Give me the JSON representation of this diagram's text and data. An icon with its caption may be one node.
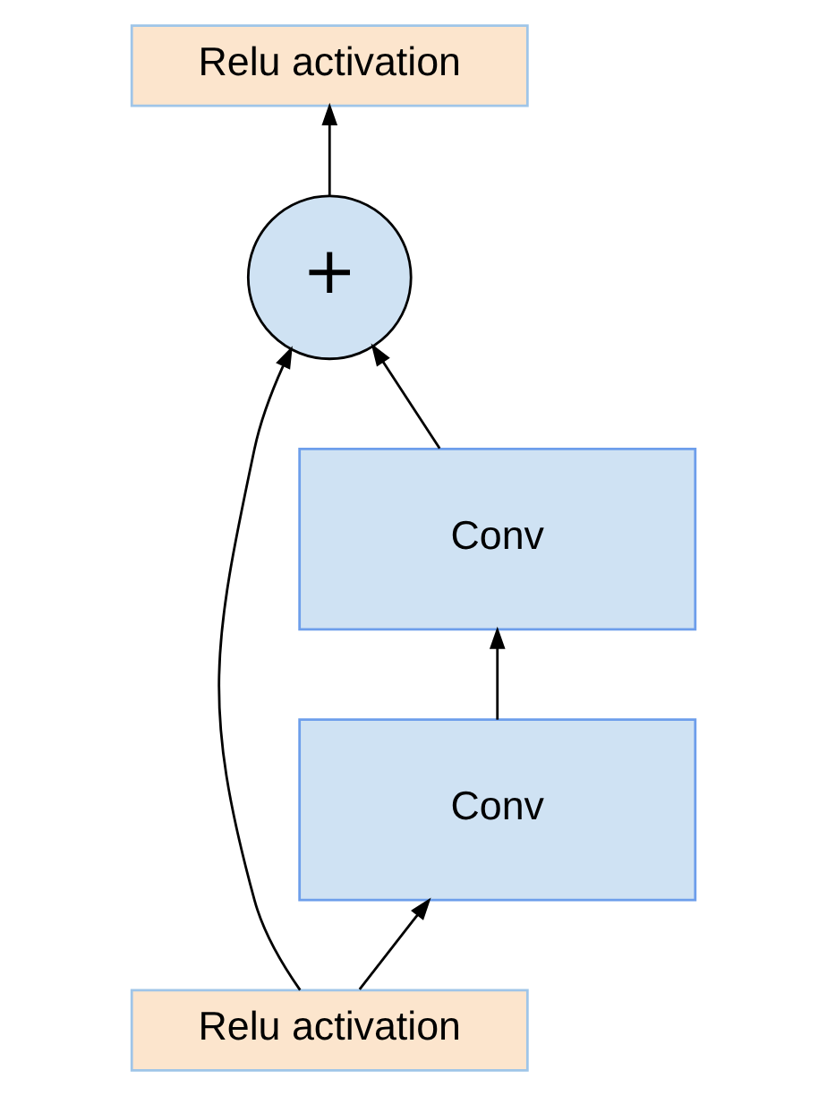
{
  "diagram": {
    "nodes": [
      {
        "text": [
          "Relu activation"
        ]
      },
      {
        "text": [
          "+"
        ]
      },
      {
        "text": [
          "Conv"
        ]
      },
      {
        "text": [
          "Conv"
        ]
      },
      {
        "text": [
          "Relu activation"
        ]
      }
    ],
    "edges": [
      {
        "from": 4,
        "to": 1,
        "arrow": "to"
      },
      {
        "from": 4,
        "to": 3,
        "arrow": "to"
      },
      {
        "from": 3,
        "to": 2,
        "arrow": "to"
      },
      {
        "from": 2,
        "to": 1,
        "arrow": "to"
      },
      {
        "from": 1,
        "to": 0,
        "arrow": "to"
      }
    ]
  }
}
